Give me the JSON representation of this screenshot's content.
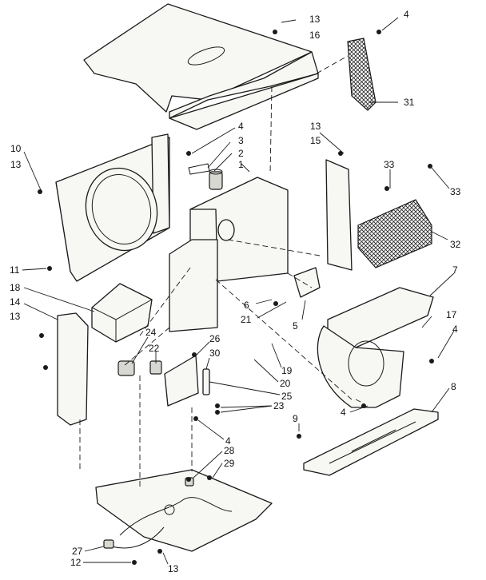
{
  "callouts": [
    {
      "id": "c13a",
      "text": "13"
    },
    {
      "id": "c16",
      "text": "16"
    },
    {
      "id": "c4a",
      "text": "4"
    },
    {
      "id": "c31",
      "text": "31"
    },
    {
      "id": "c4b",
      "text": "4"
    },
    {
      "id": "c3",
      "text": "3"
    },
    {
      "id": "c2",
      "text": "2"
    },
    {
      "id": "c1",
      "text": "1"
    },
    {
      "id": "c13b",
      "text": "13"
    },
    {
      "id": "c15",
      "text": "15"
    },
    {
      "id": "c10",
      "text": "10"
    },
    {
      "id": "c13c",
      "text": "13"
    },
    {
      "id": "c33a",
      "text": "33"
    },
    {
      "id": "c33b",
      "text": "33"
    },
    {
      "id": "c32",
      "text": "32"
    },
    {
      "id": "c11",
      "text": "11"
    },
    {
      "id": "c7",
      "text": "7"
    },
    {
      "id": "c18",
      "text": "18"
    },
    {
      "id": "c14",
      "text": "14"
    },
    {
      "id": "c13d",
      "text": "13"
    },
    {
      "id": "c6",
      "text": "6"
    },
    {
      "id": "c21",
      "text": "21"
    },
    {
      "id": "c5",
      "text": "5"
    },
    {
      "id": "c17",
      "text": "17"
    },
    {
      "id": "c4c",
      "text": "4"
    },
    {
      "id": "c24",
      "text": "24"
    },
    {
      "id": "c26",
      "text": "26"
    },
    {
      "id": "c22",
      "text": "22"
    },
    {
      "id": "c30",
      "text": "30"
    },
    {
      "id": "c19",
      "text": "19"
    },
    {
      "id": "c20",
      "text": "20"
    },
    {
      "id": "c25",
      "text": "25"
    },
    {
      "id": "c8",
      "text": "8"
    },
    {
      "id": "c23",
      "text": "23"
    },
    {
      "id": "c4d",
      "text": "4"
    },
    {
      "id": "c9",
      "text": "9"
    },
    {
      "id": "c4e",
      "text": "4"
    },
    {
      "id": "c28",
      "text": "28"
    },
    {
      "id": "c29",
      "text": "29"
    },
    {
      "id": "c27",
      "text": "27"
    },
    {
      "id": "c12",
      "text": "12"
    },
    {
      "id": "c13e",
      "text": "13"
    }
  ]
}
